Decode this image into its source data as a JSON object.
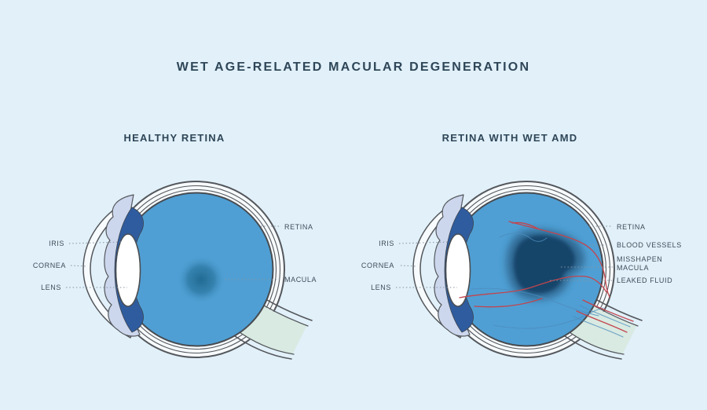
{
  "title": "WET AGE-RELATED MACULAR DEGENERATION",
  "panels": {
    "healthy": {
      "heading": "HEALTHY RETINA",
      "labels": {
        "iris": "IRIS",
        "cornea": "CORNEA",
        "lens": "LENS",
        "retina": "RETINA",
        "macula": "MACULA"
      }
    },
    "amd": {
      "heading": "RETINA WITH WET AMD",
      "labels": {
        "iris": "IRIS",
        "cornea": "CORNEA",
        "lens": "LENS",
        "retina": "RETINA",
        "blood_vessels": "BLOOD VESSELS",
        "misshapen_macula": "MISSHAPEN MACULA",
        "leaked_fluid": "LEAKED FLUID"
      }
    }
  },
  "colors": {
    "background": "#e1f0f9",
    "heading_text": "#2e4658",
    "label_text": "#3e4d59",
    "outline": "#54575c",
    "vitreous_blue": "#4f9fd4",
    "iris_navy": "#2f5c9f",
    "ciliary_lavender": "#ccd7ed",
    "sclera_white": "#f7fbfd",
    "optic_nerve_mint": "#d8eae2",
    "macula_teal": "#1d6890",
    "amd_macula_dark": "#16456b",
    "vessel_red": "#c2454d",
    "vessel_blue": "#4d8cbe",
    "leader_line": "#8494a0"
  }
}
